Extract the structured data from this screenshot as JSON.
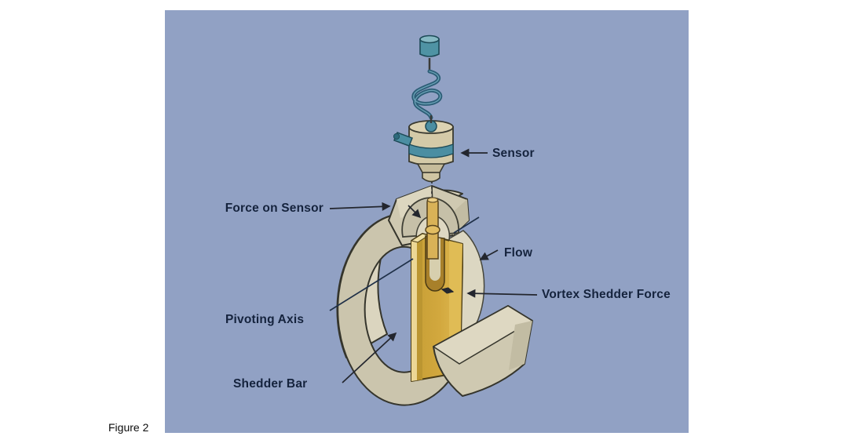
{
  "figure_caption": "Figure 2",
  "diagram": {
    "title_hint": "Vortex shedder flow meter cutaway",
    "labels": {
      "sensor": "Sensor",
      "force_on_sensor": "Force on Sensor",
      "flow": "Flow",
      "vortex_shedder_force": "Vortex Shedder Force",
      "pivoting_axis": "Pivoting Axis",
      "shedder_bar": "Shedder Bar"
    }
  },
  "colors": {
    "page_background": "#ffffff",
    "panel_background": "#91a1c4",
    "housing_light": "#dcd6bf",
    "housing_mid": "#cfc9b1",
    "housing_dark": "#c2bca3",
    "bore_wall": "#dcd7c2",
    "shedder_bar_gold": "#d2a83e",
    "shedder_bar_highlight": "#ecd795",
    "sensor_teal": "#4b8ea2",
    "cable_teal": "#2c5d76",
    "label_text": "#15233d",
    "outline": "#35352c"
  }
}
